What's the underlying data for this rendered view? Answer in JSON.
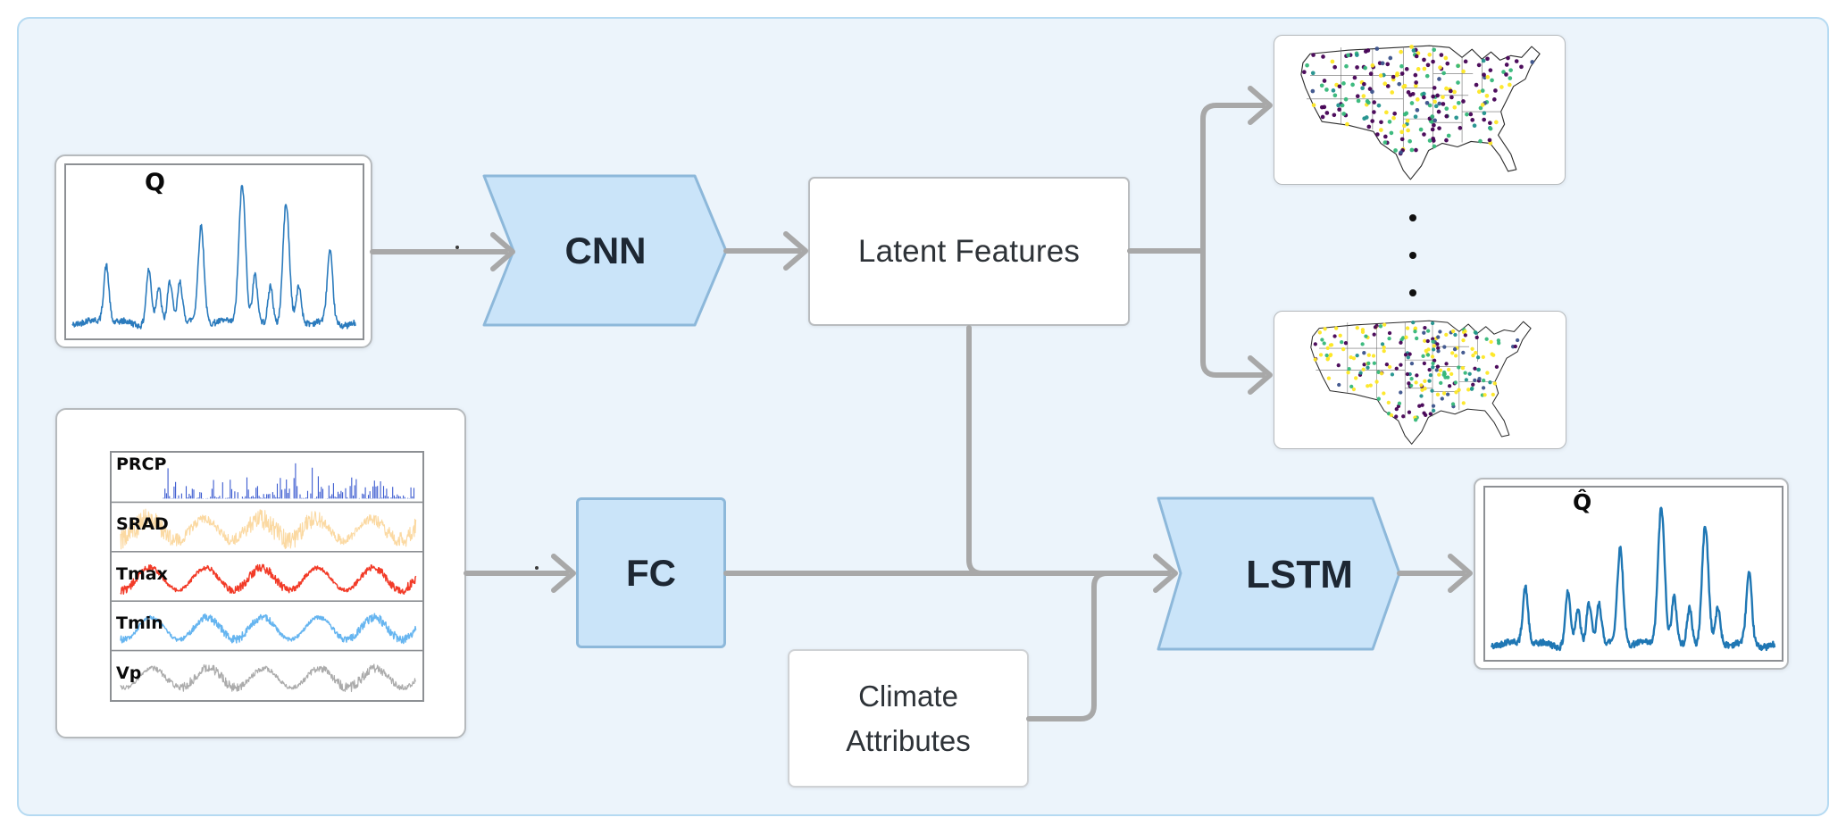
{
  "colors": {
    "frame_fill": "#ecf4fb",
    "frame_border": "#b5daf2",
    "connector_gray": "#a8a8a8",
    "chevron_fill": "#cae4f9",
    "chevron_border": "#8db8da",
    "chevron_text": "#1d2733",
    "box_border": "#b6babd",
    "input_line_blue": "#2b7bbd",
    "output_line_blue": "#1f77b4"
  },
  "nodes": {
    "input_q": {
      "label": "Q"
    },
    "cnn": {
      "label": "CNN"
    },
    "latent": {
      "label": "Latent Features"
    },
    "fc": {
      "label": "FC"
    },
    "lstm": {
      "label": "LSTM"
    },
    "climate": {
      "line1": "Climate",
      "line2": "Attributes"
    },
    "output_q": {
      "label": "Q̂"
    },
    "maps_ellipsis_dot_count": 3
  },
  "charts": {
    "hydrograph": {
      "type": "line",
      "description": "streamflow time series with sharp peaks",
      "peaks": [
        [
          0.12,
          0.4
        ],
        [
          0.27,
          0.38
        ],
        [
          0.305,
          0.24
        ],
        [
          0.345,
          0.3
        ],
        [
          0.38,
          0.29
        ],
        [
          0.455,
          0.66
        ],
        [
          0.6,
          0.97
        ],
        [
          0.645,
          0.33
        ],
        [
          0.7,
          0.27
        ],
        [
          0.755,
          0.82
        ],
        [
          0.8,
          0.24
        ],
        [
          0.91,
          0.48
        ]
      ],
      "input_color": "#2b7bbd",
      "output_color": "#1f77b4"
    },
    "met_series": [
      {
        "label": "PRCP",
        "type": "bars",
        "color": "#3b5bd0"
      },
      {
        "label": "SRAD",
        "type": "wave",
        "color": "#fbd9a2",
        "amp": 12,
        "noise": 17,
        "cycles": 5.3,
        "phase": -0.25,
        "sw": 1.1
      },
      {
        "label": "Tmax",
        "type": "wave",
        "color": "#f23b28",
        "amp": 12.5,
        "noise": 7,
        "cycles": 5.3,
        "phase": -0.28,
        "sw": 1.5
      },
      {
        "label": "Tmin",
        "type": "wave",
        "color": "#66b5f0",
        "amp": 12.5,
        "noise": 7,
        "cycles": 5.3,
        "phase": -0.3,
        "sw": 1.5
      },
      {
        "label": "Vp",
        "type": "wave",
        "color": "#ababab",
        "amp": 11,
        "noise": 8,
        "cycles": 5.3,
        "phase": -0.32,
        "sw": 1.2
      }
    ],
    "maps": [
      {
        "name": "basin-map-top",
        "type": "scatter-map",
        "seed": 7,
        "dots": 235,
        "weights": [
          [
            "#440154",
            0.4
          ],
          [
            "#fde725",
            0.22
          ],
          [
            "#35b779",
            0.18
          ],
          [
            "#21918c",
            0.12
          ],
          [
            "#3b528b",
            0.08
          ]
        ]
      },
      {
        "name": "basin-map-bottom",
        "type": "scatter-map",
        "seed": 13,
        "dots": 235,
        "weights": [
          [
            "#fde725",
            0.33
          ],
          [
            "#35b779",
            0.24
          ],
          [
            "#440154",
            0.25
          ],
          [
            "#21918c",
            0.1
          ],
          [
            "#3b528b",
            0.08
          ]
        ]
      }
    ],
    "viridis_palette": [
      "#440154",
      "#3b528b",
      "#21918c",
      "#35b779",
      "#fde725"
    ]
  }
}
